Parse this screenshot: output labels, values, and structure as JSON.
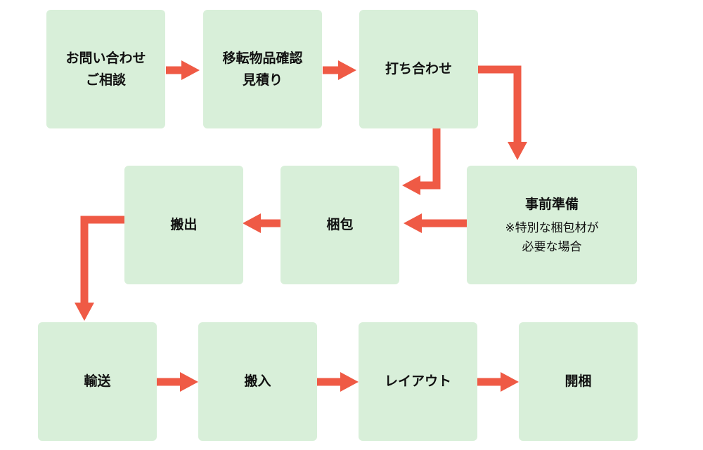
{
  "colors": {
    "box": "#d8efd9",
    "arrow": "#ef5a45",
    "text": "#111111"
  },
  "steps": {
    "inquiry": "お問い合わせ\nご相談",
    "survey": "移転物品確認\n見積り",
    "meeting": "打ち合わせ",
    "preparation": "事前準備",
    "preparation_note": "※特別な梱包材が\n必要な場合",
    "packing": "梱包",
    "carry_out": "搬出",
    "transport": "輸送",
    "carry_in": "搬入",
    "layout": "レイアウト",
    "unpacking": "開梱"
  }
}
